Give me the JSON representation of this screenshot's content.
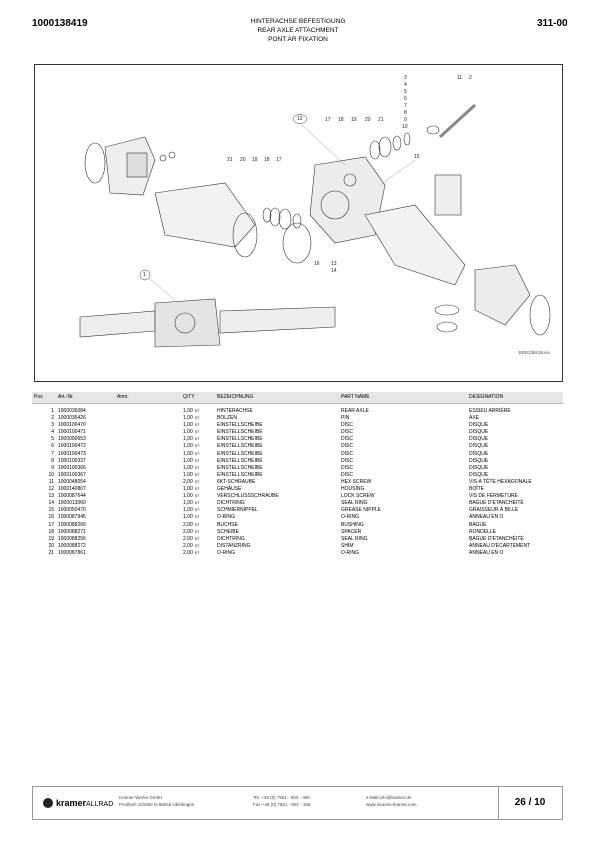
{
  "header": {
    "doc_number": "1000138419",
    "section": "311-00",
    "title_de": "HINTERACHSE BEFESTIGUNG",
    "title_en": "REAR AXLE ATTACHMENT",
    "title_fr": "PONT AR FIXATION"
  },
  "drawing": {
    "reference": "1000138419.iso",
    "callouts": [
      "3",
      "4",
      "5",
      "6",
      "7",
      "8",
      "9",
      "10",
      "11",
      "2",
      "12",
      "17",
      "18",
      "19",
      "20",
      "21",
      "21",
      "20",
      "19",
      "18",
      "17",
      "15",
      "16",
      "13",
      "14",
      "1"
    ]
  },
  "table": {
    "columns": [
      "Pos",
      "Art.-Nr.",
      "Anm.",
      "Q/TY",
      "BEZEICHNUNG",
      "PART NAME",
      "DESIGNATION"
    ],
    "rows": [
      {
        "pos": "1",
        "art": "1000036084",
        "anm": "",
        "qty": "1,00",
        "unit": "ST",
        "de": "HINTERACHSE",
        "en": "REAR AXLE",
        "fr": "ESSIEU ARRIÈRE"
      },
      {
        "pos": "2",
        "art": "1000035426",
        "anm": "",
        "qty": "1,00",
        "unit": "ST",
        "de": "BOLZEN",
        "en": "PIN",
        "fr": "AXE"
      },
      {
        "pos": "3",
        "art": "1000100470",
        "anm": "",
        "qty": "1,00",
        "unit": "ST",
        "de": "EINSTELLSCHEIBE",
        "en": "DISC",
        "fr": "DISQUE"
      },
      {
        "pos": "4",
        "art": "1000100471",
        "anm": "",
        "qty": "1,00",
        "unit": "ST",
        "de": "EINSTELLSCHEIBE",
        "en": "DISC",
        "fr": "DISQUE"
      },
      {
        "pos": "5",
        "art": "1000090653",
        "anm": "",
        "qty": "1,00",
        "unit": "ST",
        "de": "EINSTELLSCHEIBE",
        "en": "DISC",
        "fr": "DISQUE"
      },
      {
        "pos": "6",
        "art": "1000100472",
        "anm": "",
        "qty": "1,00",
        "unit": "ST",
        "de": "EINSTELLSCHEIBE",
        "en": "DISC",
        "fr": "DISQUE"
      },
      {
        "pos": "7",
        "art": "1000100473",
        "anm": "",
        "qty": "1,00",
        "unit": "ST",
        "de": "EINSTELLSCHEIBE",
        "en": "DISC",
        "fr": "DISQUE"
      },
      {
        "pos": "8",
        "art": "1000100337",
        "anm": "",
        "qty": "1,00",
        "unit": "ST",
        "de": "EINSTELLSCHEIBE",
        "en": "DISC",
        "fr": "DISQUE"
      },
      {
        "pos": "9",
        "art": "1000100366",
        "anm": "",
        "qty": "1,00",
        "unit": "ST",
        "de": "EINSTELLSCHEIBE",
        "en": "DISC",
        "fr": "DISQUE"
      },
      {
        "pos": "10",
        "art": "1000100367",
        "anm": "",
        "qty": "1,00",
        "unit": "ST",
        "de": "EINSTELLSCHEIBE",
        "en": "DISC",
        "fr": "DISQUE"
      },
      {
        "pos": "11",
        "art": "1000048054",
        "anm": "",
        "qty": "2,00",
        "unit": "ST",
        "de": "6KT-SCHRAUBE",
        "en": "HEX SCREW",
        "fr": "VIS À TÊTE HEXAGONALE"
      },
      {
        "pos": "12",
        "art": "1000140807",
        "anm": "",
        "qty": "1,00",
        "unit": "ST",
        "de": "GEHÄUSE",
        "en": "HOUSING",
        "fr": "BOÎTE"
      },
      {
        "pos": "13",
        "art": "1000087644",
        "anm": "",
        "qty": "1,00",
        "unit": "ST",
        "de": "VERSCHLUSSSCHRAUBE",
        "en": "LOCK SCREW",
        "fr": "VIS DE FERMETURE"
      },
      {
        "pos": "14",
        "art": "1000013060",
        "anm": "",
        "qty": "1,00",
        "unit": "ST",
        "de": "DICHTRING",
        "en": "SEAL RING",
        "fr": "BAGUE D'ÉTANCHÉITÉ"
      },
      {
        "pos": "15",
        "art": "1000050470",
        "anm": "",
        "qty": "1,00",
        "unit": "ST",
        "de": "SCHMIERNIPPEL",
        "en": "GREASE NIPPLE",
        "fr": "GRAISSEUR À BILLE"
      },
      {
        "pos": "16",
        "art": "1000087945",
        "anm": "",
        "qty": "1,00",
        "unit": "ST",
        "de": "O-RING",
        "en": "O-RING",
        "fr": "ANNEAU EN O"
      },
      {
        "pos": "17",
        "art": "1000088266",
        "anm": "",
        "qty": "2,00",
        "unit": "ST",
        "de": "BUCHSE",
        "en": "BUSHING",
        "fr": "BAGUE"
      },
      {
        "pos": "18",
        "art": "1000088271",
        "anm": "",
        "qty": "2,00",
        "unit": "ST",
        "de": "SCHEIBE",
        "en": "SPACER",
        "fr": "RONDELLE"
      },
      {
        "pos": "19",
        "art": "1000088256",
        "anm": "",
        "qty": "2,00",
        "unit": "ST",
        "de": "DICHTRING",
        "en": "SEAL RING",
        "fr": "BAGUE D'ÉTANCHÉITÉ"
      },
      {
        "pos": "20",
        "art": "1000088272",
        "anm": "",
        "qty": "2,00",
        "unit": "ST",
        "de": "DISTANZRING",
        "en": "SHIM",
        "fr": "ANNEAU D'ÉCARTEMENT"
      },
      {
        "pos": "21",
        "art": "1000087861",
        "anm": "",
        "qty": "2,00",
        "unit": "ST",
        "de": "O-RING",
        "en": "O-RING",
        "fr": "ANNEAU EN O"
      }
    ]
  },
  "footer": {
    "brand": "kramer",
    "brand_suffix": "ALLRAD",
    "company": "Kramer-Werke GmbH",
    "address": "Postfach 101563 D-88645 Überlingen",
    "tel": "Tel. +49 (0) 7551 - 602 - 450",
    "fax": "Fax +49 (0) 7551 - 602 - 156",
    "email": "e-Mail:info@kramer.de",
    "web": "www.neuson-kramer.com",
    "page": "26 / 10"
  }
}
